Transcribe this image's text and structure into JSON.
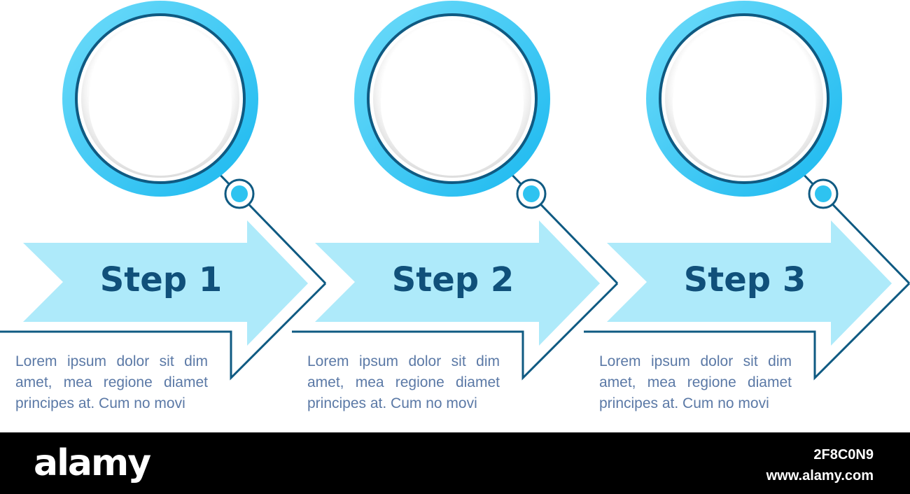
{
  "colors": {
    "ring_outer": "#2ec3f0",
    "ring_outline": "#0f5a82",
    "disc": "#ebebeb",
    "arrow_fill": "#aeeafa",
    "line": "#0f5a82",
    "label": "#10507a",
    "body_text": "#5b79a6"
  },
  "steps": [
    {
      "label": "Step 1",
      "text": "Lorem ipsum dolor sit dim amet, mea regione diamet principes at. Cum no movi"
    },
    {
      "label": "Step 2",
      "text": "Lorem ipsum dolor sit dim amet, mea regione diamet principes at. Cum no movi"
    },
    {
      "label": "Step 3",
      "text": "Lorem ipsum dolor sit dim amet, mea regione diamet principes at. Cum no movi"
    }
  ],
  "footer": {
    "brand": "alamy",
    "image_id": "2F8C0N9",
    "url": "www.alamy.com"
  }
}
